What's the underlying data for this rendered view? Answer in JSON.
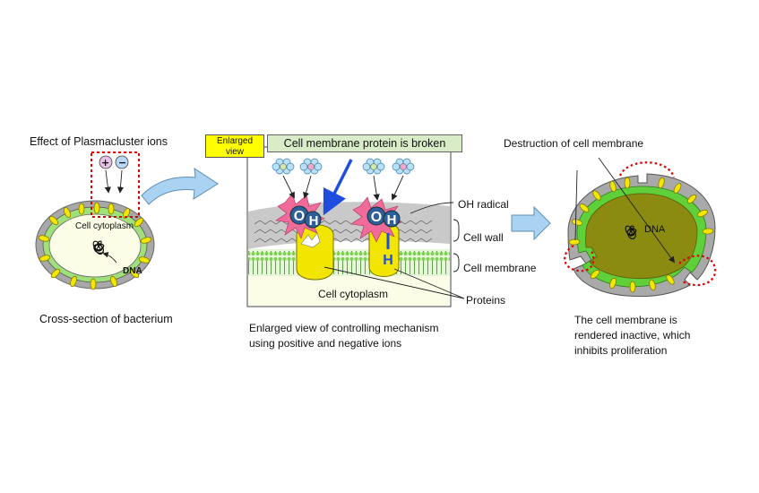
{
  "left_panel": {
    "title": "Effect of Plasmacluster ions",
    "ion_symbols": [
      "+",
      "−"
    ],
    "cytoplasm_label": "Cell cytoplasm",
    "dna_label": "DNA",
    "caption": "Cross-section of bacterium"
  },
  "middle_panel": {
    "tag": [
      "Enlarged",
      "view"
    ],
    "banner": "Cell membrane protein is broken",
    "oh_letters": [
      "O",
      "H",
      "O",
      "H"
    ],
    "h_letter": "H",
    "cytoplasm_label": "Cell cytoplasm",
    "labels": {
      "oh_radical": "OH radical",
      "cell_wall": "Cell wall",
      "cell_membrane": "Cell membrane",
      "proteins": "Proteins"
    },
    "caption": [
      "Enlarged view of controlling mechanism",
      "using positive and negative ions"
    ]
  },
  "right_panel": {
    "title": "Destruction of cell membrane",
    "dna_label": "DNA",
    "caption": [
      "The cell membrane is",
      "rendered inactive, which",
      "inhibits proliferation"
    ]
  },
  "colors": {
    "cell_wall_gray": "#a8a8a8",
    "membrane_green": "#9fe07a",
    "protein_yellow": "#f2e600",
    "cytoplasm_light": "#fbfde6",
    "cytoplasm_dark": "#8b8b12",
    "red_dotted": "#e00000",
    "arrow_blue": "#a9d3f0",
    "oh_blue": "#2f5f9a",
    "burst_pink": "#f06a9a",
    "banner_green": "#d8ecc8",
    "tag_yellow": "#ffff00"
  }
}
